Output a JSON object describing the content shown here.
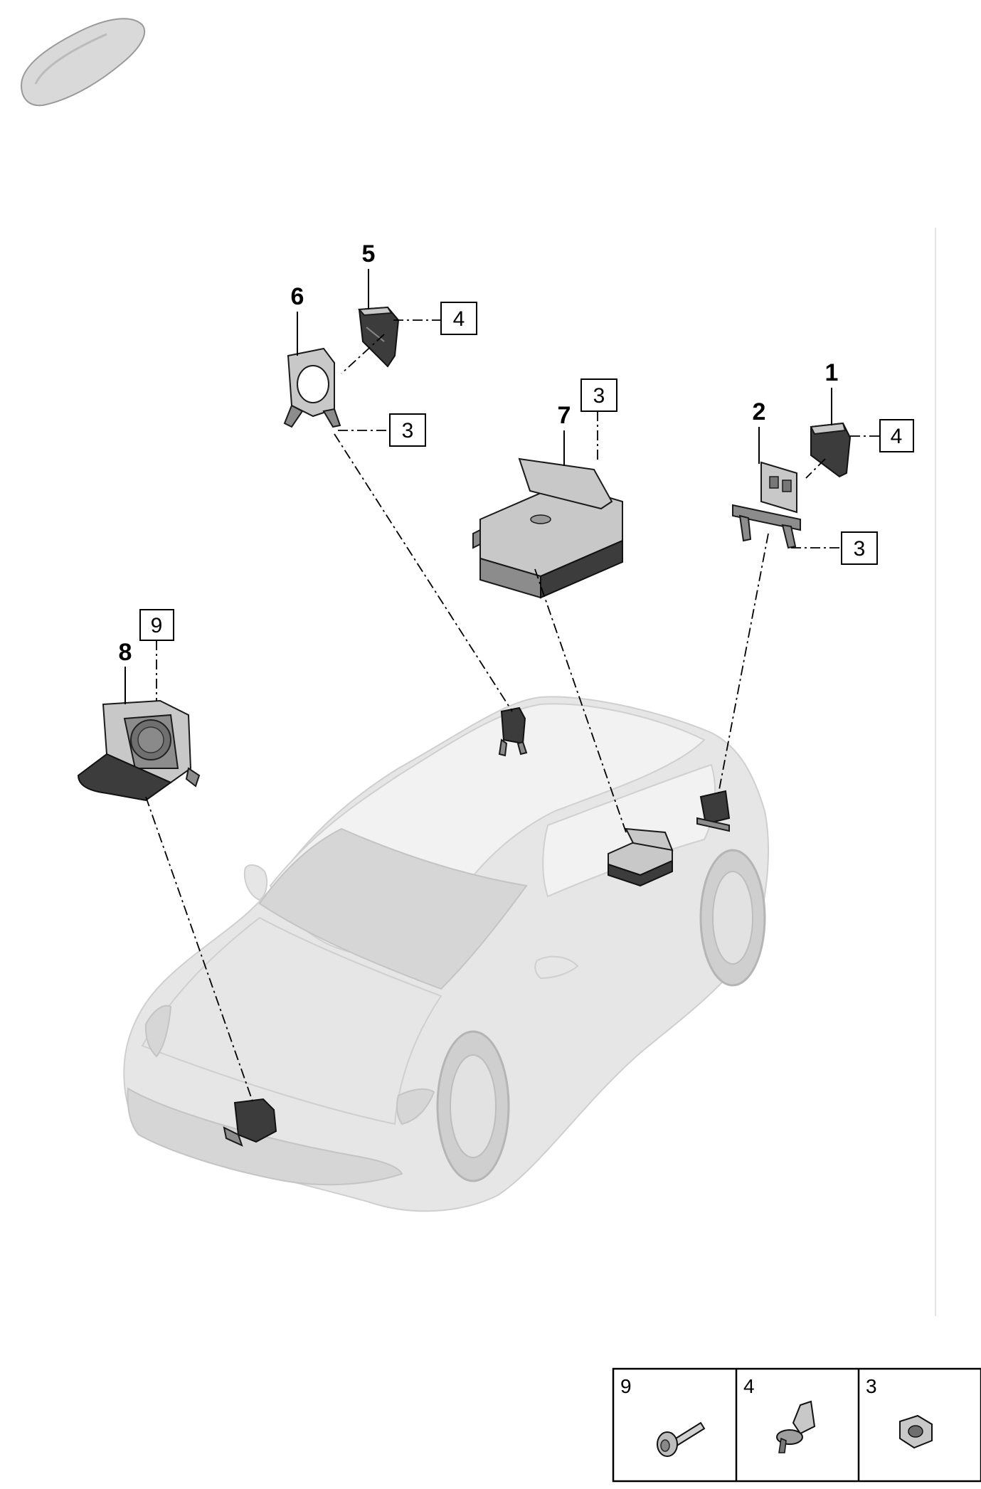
{
  "callouts": {
    "c1": "1",
    "c2": "2",
    "c5": "5",
    "c6": "6",
    "c7": "7",
    "c8": "8"
  },
  "boxes": {
    "b4_top": "4",
    "b3_left": "3",
    "b3_mid": "3",
    "b4_right": "4",
    "b3_right": "3",
    "b9": "9"
  },
  "hardware_table": {
    "cells": [
      {
        "label": "9",
        "icon": "bolt-icon"
      },
      {
        "label": "4",
        "icon": "clip-rivet-icon"
      },
      {
        "label": "3",
        "icon": "hex-nut-icon"
      }
    ]
  },
  "thumbnail": {
    "icon": "vehicle-silhouette-icon"
  }
}
